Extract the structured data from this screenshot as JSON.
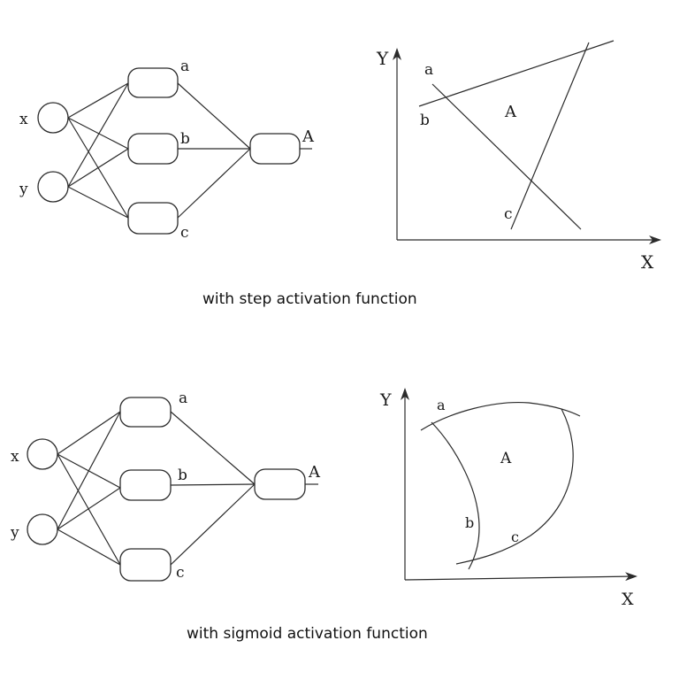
{
  "top": {
    "network": {
      "inputs": [
        "x",
        "y"
      ],
      "hidden": [
        "a",
        "b",
        "c"
      ],
      "output": "A"
    },
    "plot": {
      "y_axis": "Y",
      "x_axis": "X",
      "region": "A",
      "line_labels": [
        "a",
        "b",
        "c"
      ]
    },
    "caption": "with step activation function"
  },
  "bottom": {
    "network": {
      "inputs": [
        "x",
        "y"
      ],
      "hidden": [
        "a",
        "b",
        "c"
      ],
      "output": "A"
    },
    "plot": {
      "y_axis": "Y",
      "x_axis": "X",
      "region": "A",
      "line_labels": [
        "a",
        "b",
        "c"
      ]
    },
    "caption": "with sigmoid activation function"
  }
}
